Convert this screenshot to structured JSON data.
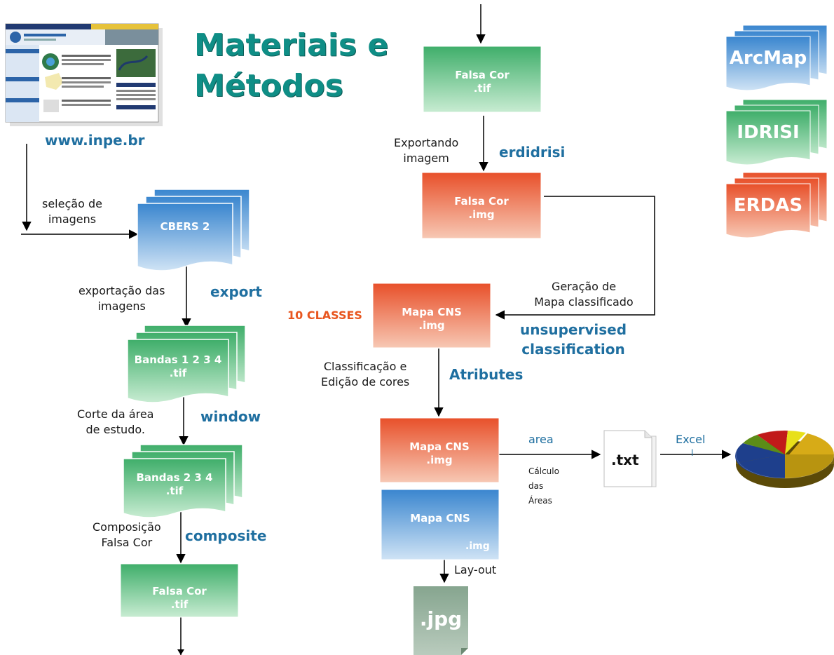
{
  "title": "Materiais e\nMétodos",
  "site": {
    "url": "www.inpe.br"
  },
  "left_flow": {
    "selection_label": "seleção de\nimagens",
    "box_cbers": "CBERS 2",
    "export_label": "exportação das\nimagens",
    "export_cmd": "export",
    "box_bandas1234": "Bandas 1 2 3 4\n.tif",
    "cut_label": "Corte da área\nde estudo.",
    "window_cmd": "window",
    "box_bandas234": "Bandas  2 3 4\n.tif",
    "composition_label": "Composição\nFalsa Cor",
    "composite_cmd": "composite",
    "box_falsacor_tif": "Falsa Cor\n.tif"
  },
  "right_flow": {
    "box_falsacor_tif_top": "Falsa Cor\n.tif",
    "exportando_label": "Exportando\nimagem",
    "erdidrisi_cmd": "erdidrisi",
    "box_falsacor_img": "Falsa Cor\n.img",
    "geracao_label": "Geração de\nMapa classificado",
    "unsupervised_cmd": "unsupervised\nclassification",
    "classes_label": "10 CLASSES",
    "box_mapacns_1": "Mapa CNS\n.img",
    "classificacao_label": "Classificação e\nEdição de cores",
    "atributes_cmd": "Atributes",
    "box_mapacns_2": "Mapa CNS\n.img",
    "box_mapacns_3_title": "Mapa CNS",
    "box_mapacns_3_ext": ".img",
    "layout_label": "Lay-out",
    "jpg_label": ".jpg",
    "area_label": "area",
    "calculo_label": "Cálculo\ndas\nÁreas",
    "txt_label": ".txt",
    "excel_label": "Excel",
    "excel_label2": "l"
  },
  "software": [
    "ArcMap",
    "IDRISI",
    "ERDAS"
  ],
  "colors": {
    "green": "#5fbf7e",
    "blue": "#4a90d0",
    "orange": "#e9623a",
    "teal_title": "#0f8e86",
    "command_blue": "#1f6fa0"
  },
  "icons": {
    "website": "inpe-website-screenshot-icon",
    "pie": "pie-chart-icon",
    "txt": "text-file-icon",
    "jpg": "jpg-file-icon"
  }
}
